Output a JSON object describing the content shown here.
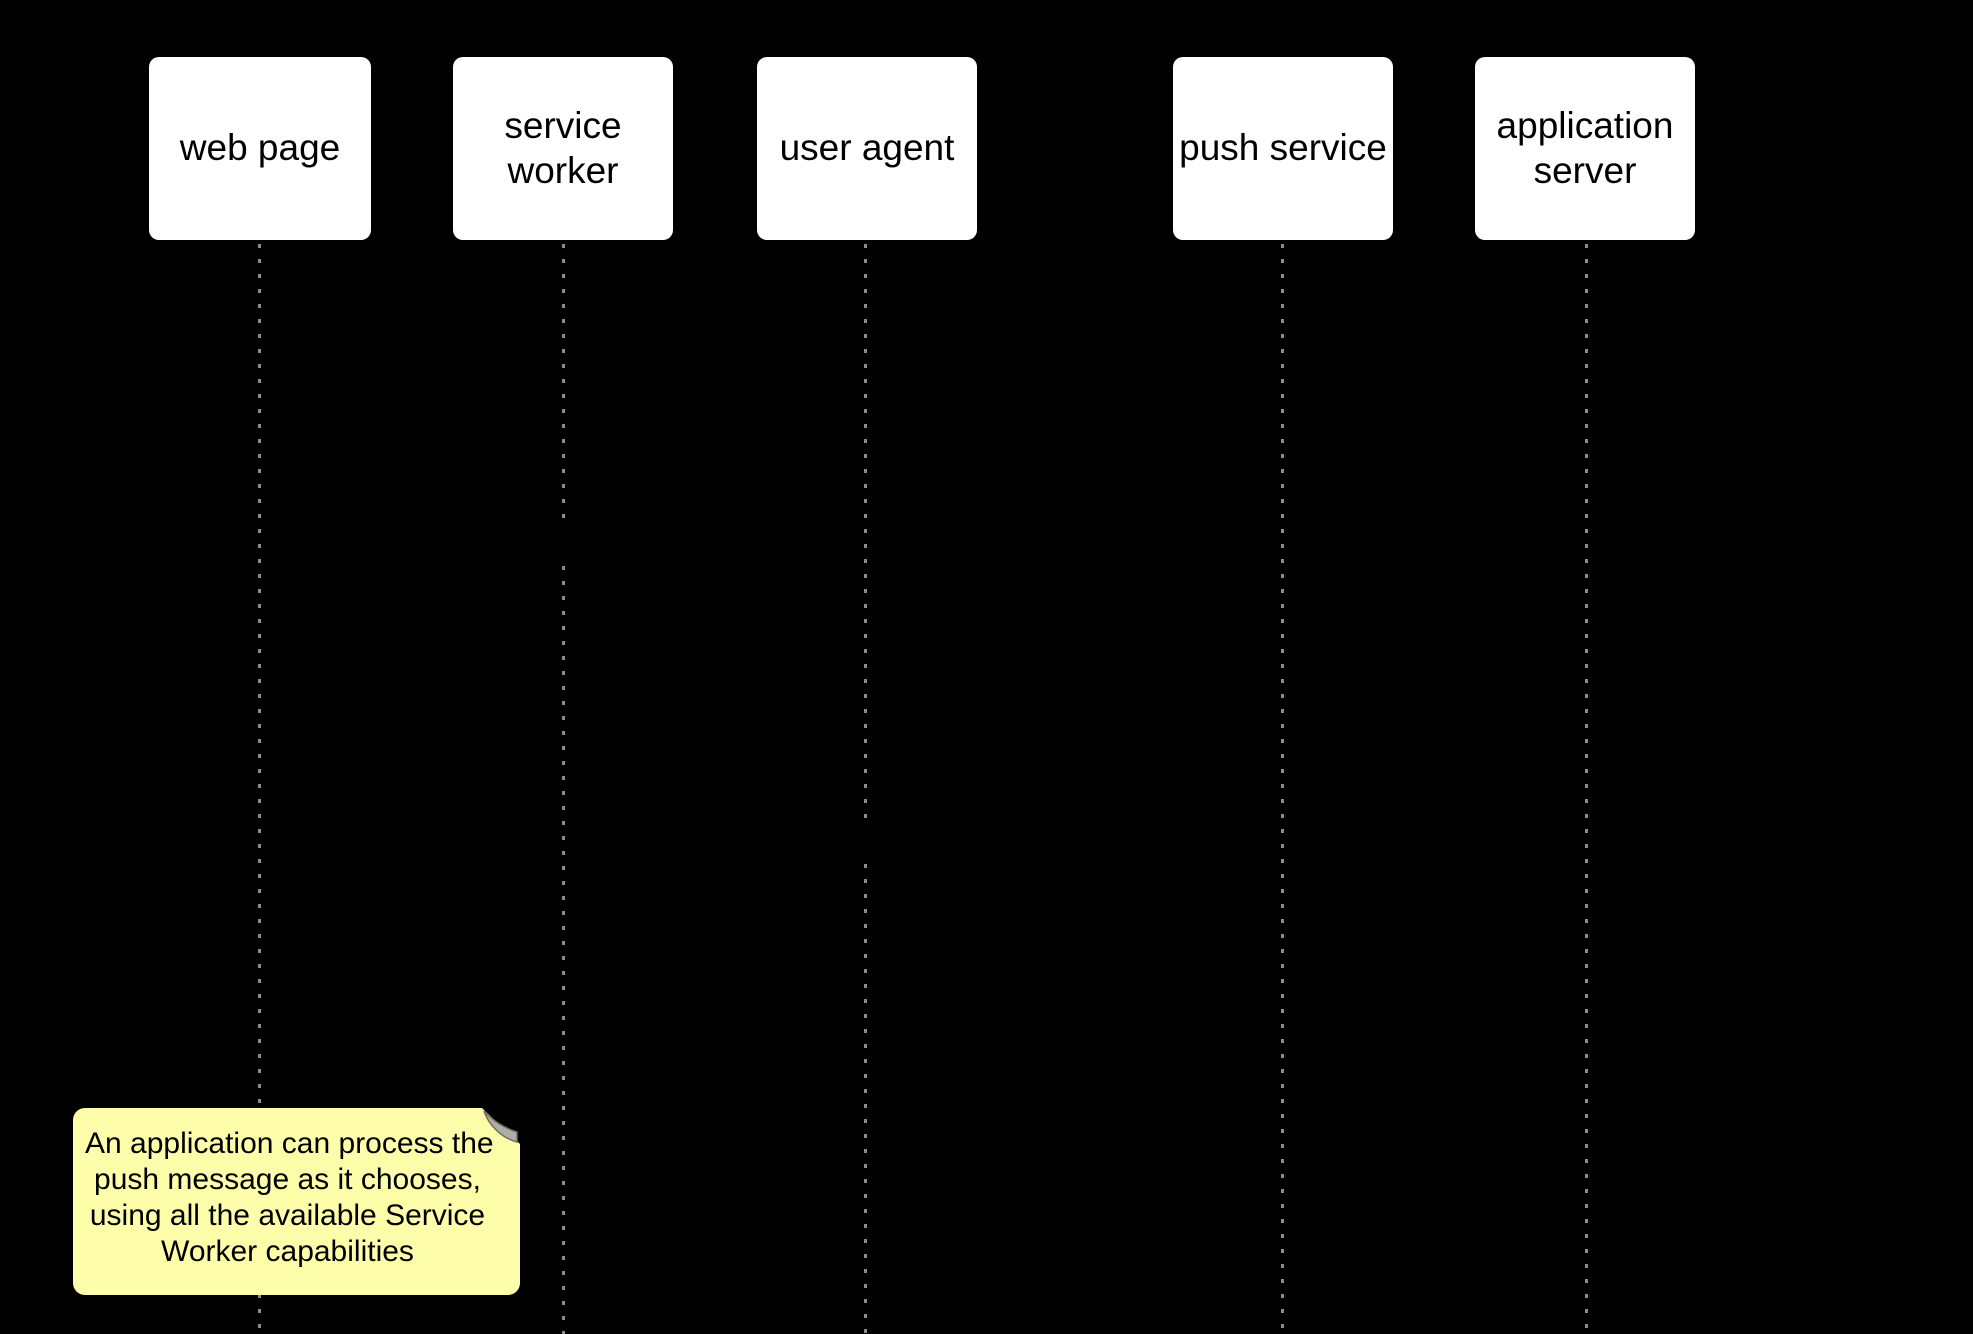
{
  "diagram": {
    "kind": "sequence-diagram"
  },
  "actors": [
    {
      "label": "web page"
    },
    {
      "label": "service\nworker"
    },
    {
      "label": "user agent"
    },
    {
      "label": "push service"
    },
    {
      "label": "application\nserver"
    }
  ],
  "note": {
    "lines": [
      "An application can process the",
      "push message as it chooses,",
      "using all the available Service",
      "Worker capabilities"
    ]
  },
  "colors": {
    "bg": "#000000",
    "actor-fill": "#ffffff",
    "actor-text": "#000000",
    "lifeline": "#8c8c8c",
    "note-bg": "#fdfdaa",
    "note-text": "#000000",
    "note-fold": "#aeaea6",
    "note-fold-edge": "#6e6e66"
  }
}
